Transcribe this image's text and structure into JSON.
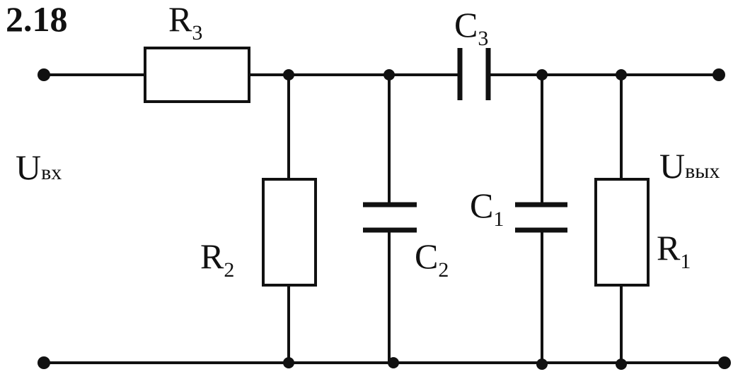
{
  "problem_number": "2.18",
  "labels": {
    "input": {
      "main": "U",
      "sub": "вх"
    },
    "output": {
      "main": "U",
      "sub": "вых"
    },
    "R3": {
      "main": "R",
      "sub": "3"
    },
    "C3": {
      "main": "C",
      "sub": "3"
    },
    "R2": {
      "main": "R",
      "sub": "2"
    },
    "C2": {
      "main": "C",
      "sub": "2"
    },
    "C1": {
      "main": "C",
      "sub": "1"
    },
    "R1": {
      "main": "R",
      "sub": "1"
    }
  }
}
